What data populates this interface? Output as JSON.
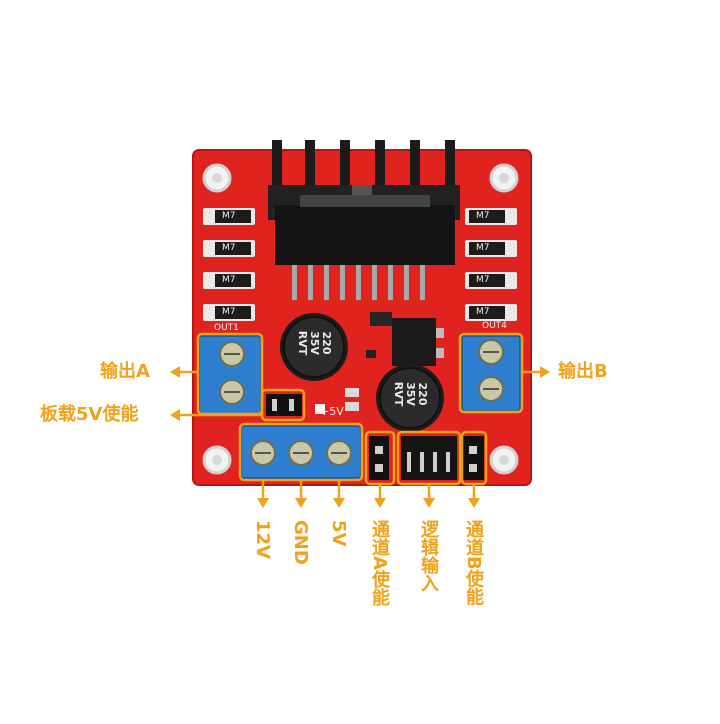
{
  "colors": {
    "accent": "#f0a21a",
    "board": "#e0231e",
    "terminal": "#2f7fd0"
  },
  "labels": {
    "output_a": "输出A",
    "output_b": "输出B",
    "onboard_5v_enable": "板载5V使能",
    "power_12v": "12V",
    "power_gnd": "GND",
    "power_5v": "5V",
    "channel_a_enable": "通道A使能",
    "logic_input": "逻辑输入",
    "channel_b_enable": "通道B使能"
  },
  "board": {
    "out1": "OUT1",
    "out4": "OUT4",
    "plus5v": "+5V",
    "diode_marking": "M7",
    "capacitor_left": [
      "220",
      "35V",
      "RVT"
    ],
    "capacitor_right": [
      "220",
      "35V",
      "RVT"
    ]
  }
}
